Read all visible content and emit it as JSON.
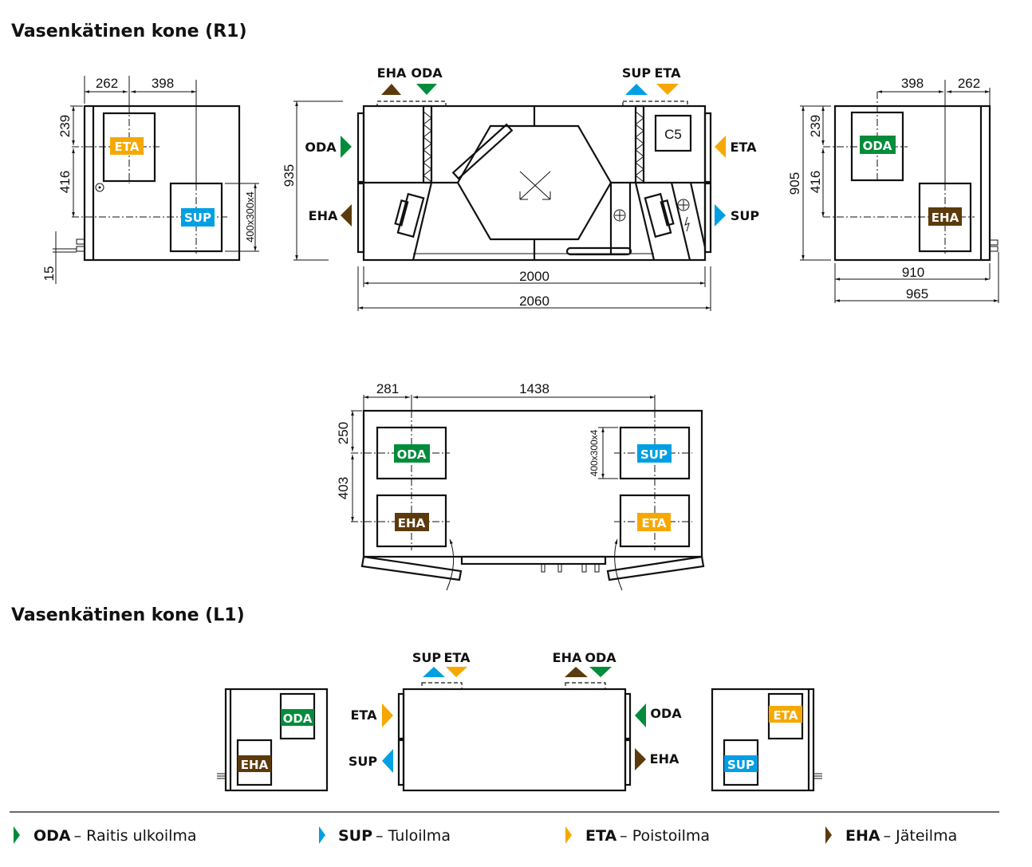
{
  "colors": {
    "ODA": "#008c3a",
    "SUP": "#009fe3",
    "ETA": "#f6a800",
    "EHA": "#5c3a0b",
    "line": "#111111"
  },
  "section_r1": {
    "title": "Vasenkätinen kone (R1)",
    "left_end": {
      "dim_top_a": "262",
      "dim_top_b": "398",
      "dim_side_a": "239",
      "dim_side_b": "416",
      "dim_bottom": "15",
      "duct_size": "400x300x4",
      "tag_upper": "ETA",
      "tag_lower": "SUP"
    },
    "front": {
      "top_left_pair": [
        "EHA",
        "ODA"
      ],
      "top_right_pair": [
        "SUP",
        "ETA"
      ],
      "left_upper": "ODA",
      "left_lower": "EHA",
      "right_upper": "ETA",
      "right_lower": "SUP",
      "height": "935",
      "width_inner": "2000",
      "width_outer": "2060",
      "component_label": "C5"
    },
    "right_end": {
      "dim_top_a": "398",
      "dim_top_b": "262",
      "dim_side_total": "905",
      "dim_side_a": "239",
      "dim_side_b": "416",
      "width_inner": "910",
      "width_outer": "965",
      "tag_upper": "ODA",
      "tag_lower": "EHA"
    },
    "top_view": {
      "dim_a": "281",
      "dim_b": "1438",
      "dim_side_a": "250",
      "dim_side_b": "403",
      "duct_size": "400x300x4",
      "tags": [
        "ODA",
        "EHA",
        "SUP",
        "ETA"
      ]
    }
  },
  "section_l1": {
    "title": "Vasenkätinen kone (L1)",
    "left_end": {
      "tag_upper": "ODA",
      "tag_lower": "EHA"
    },
    "front": {
      "top_left_pair": [
        "SUP",
        "ETA"
      ],
      "top_right_pair": [
        "EHA",
        "ODA"
      ],
      "left_upper": "ETA",
      "left_lower": "SUP",
      "right_upper": "ODA",
      "right_lower": "EHA"
    },
    "right_end": {
      "tag_upper": "ETA",
      "tag_lower": "SUP"
    }
  },
  "legend": [
    {
      "code": "ODA",
      "desc": "– Raitis ulkoilma"
    },
    {
      "code": "SUP",
      "desc": "– Tuloilma"
    },
    {
      "code": "ETA",
      "desc": "– Poistoilma"
    },
    {
      "code": "EHA",
      "desc": "– Jäteilma"
    }
  ]
}
